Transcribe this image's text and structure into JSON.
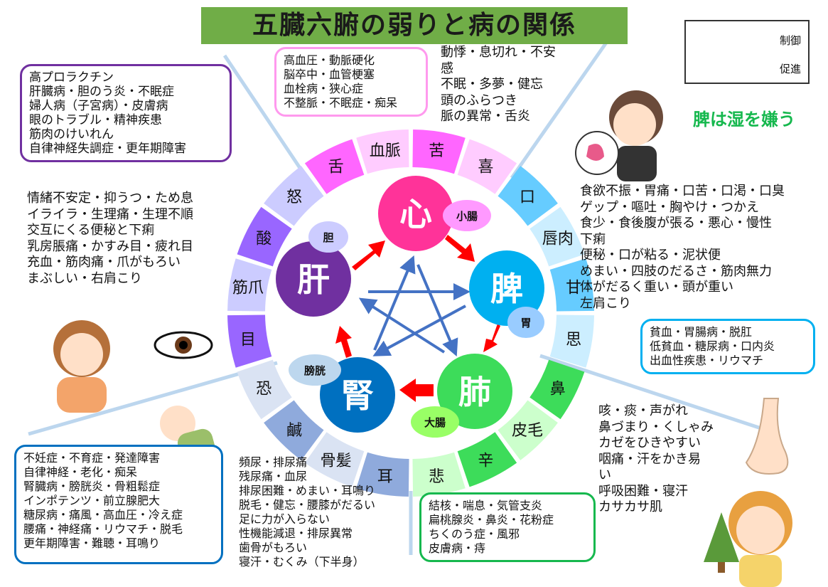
{
  "title": "五臓六腑の弱りと病の関係",
  "legend": {
    "inhibit": "制御",
    "promote": "促進",
    "inhibit_color": "#1f6fc4",
    "promote_color": "#ff0000"
  },
  "spleen_note": "脾は湿を嫌う",
  "organs": [
    {
      "label": "心",
      "color": "#ff3399",
      "sub": "小腸",
      "sub_color": "#ff99ff"
    },
    {
      "label": "脾",
      "color": "#00b0f0",
      "sub": "胃",
      "sub_color": "#99ccff"
    },
    {
      "label": "肺",
      "color": "#3ddc5a",
      "sub": "大腸",
      "sub_color": "#99ff66"
    },
    {
      "label": "腎",
      "color": "#0070c0",
      "sub": "膀胱",
      "sub_color": "#bdd7ee"
    },
    {
      "label": "肝",
      "color": "#7030a0",
      "sub": "胆",
      "sub_color": "#ccccff"
    }
  ],
  "ring": [
    {
      "label": "苦",
      "color": "#ff66ff"
    },
    {
      "label": "喜",
      "color": "#ffccff"
    },
    {
      "label": "口",
      "color": "#66ccff"
    },
    {
      "label": "唇肉",
      "color": "#cceeff"
    },
    {
      "label": "甘",
      "color": "#66ccff"
    },
    {
      "label": "思",
      "color": "#cceeff"
    },
    {
      "label": "鼻",
      "color": "#3ddc5a"
    },
    {
      "label": "皮毛",
      "color": "#ccffcc"
    },
    {
      "label": "辛",
      "color": "#3ddc5a"
    },
    {
      "label": "悲",
      "color": "#ccffcc"
    },
    {
      "label": "耳",
      "color": "#8faadc"
    },
    {
      "label": "骨髪",
      "color": "#dae3f3"
    },
    {
      "label": "鹹",
      "color": "#8faadc"
    },
    {
      "label": "恐",
      "color": "#dae3f3"
    },
    {
      "label": "目",
      "color": "#9966ff"
    },
    {
      "label": "筋爪",
      "color": "#ccccff"
    },
    {
      "label": "酸",
      "color": "#9966ff"
    },
    {
      "label": "怒",
      "color": "#ccccff"
    },
    {
      "label": "舌",
      "color": "#ff66ff"
    },
    {
      "label": "血脈",
      "color": "#ffccff"
    }
  ],
  "heart_box": [
    "高血圧・動脈硬化",
    "脳卒中・血管梗塞",
    "血栓病・狭心症",
    "不整脈・不眠症・痴呆"
  ],
  "heart_symptoms": [
    "動悸・息切れ・不安",
    "感",
    "不眠・多夢・健忘",
    "頭のふらつき",
    "脈の異常・舌炎"
  ],
  "liver_box": [
    "高プロラクチン",
    "肝臓病・胆のう炎・不眠症",
    "婦人病（子宮病）・皮膚病",
    "眼のトラブル・精神疾患",
    "筋肉のけいれん",
    "自律神経失調症・更年期障害"
  ],
  "liver_symptoms": [
    "情緒不安定・抑うつ・ため息",
    "イライラ・生理痛・生理不順",
    "交互にくる便秘と下痢",
    "乳房脹痛・かすみ目・疲れ目",
    "充血・筋肉痛・爪がもろい",
    "まぶしい・右肩こり"
  ],
  "spleen_symptoms": [
    "食欲不振・胃痛・口苦・口渇・口臭",
    "ゲップ・嘔吐・胸やけ・つかえ",
    "食少・食後腹が張る・悪心・慢性",
    "下痢",
    "便秘・口が粘る・泥状便",
    "めまい・四肢のだるさ・筋肉無力",
    "体がだるく重い・頭が重い",
    "左肩こり"
  ],
  "spleen_box": [
    "貧血・胃腸病・脱肛",
    "低貧血・糖尿病・口内炎",
    "出血性疾患・リウマチ"
  ],
  "lung_symptoms": [
    "咳・痰・声がれ",
    "鼻づまり・くしゃみ",
    "カゼをひきやすい",
    "咽痛・汗をかき易",
    "い",
    "呼吸困難・寝汗",
    "カサカサ肌"
  ],
  "lung_box": [
    "結核・喘息・気管支炎",
    "扁桃腺炎・鼻炎・花粉症",
    "ちくのう症・風邪",
    "皮膚病・痔"
  ],
  "kidney_box": [
    "不妊症・不育症・発達障害",
    "自律神経・老化・痴呆",
    "腎臓病・膀胱炎・骨粗鬆症",
    "インポテンツ・前立腺肥大",
    "糖尿病・痛風・高血圧・冷え症",
    "腰痛・神経痛・リウマチ・脱毛",
    "更年期障害・難聴・耳鳴り"
  ],
  "kidney_symptoms": [
    "頻尿・排尿痛",
    "残尿痛・血尿",
    "排尿困難・めまい・耳鳴り",
    "脱毛・健忘・腰膝がだるい",
    "足に力が入らない",
    "性機能減退・排尿異常",
    "歯骨がもろい",
    "寝汗・むくみ（下半身）"
  ]
}
